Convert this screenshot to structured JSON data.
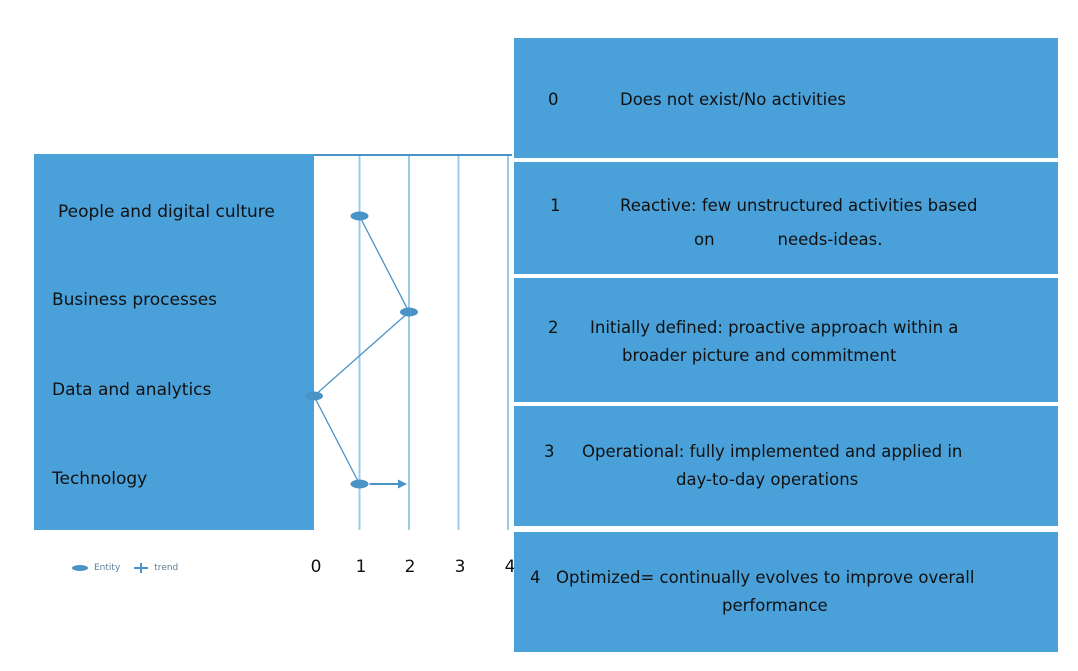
{
  "chart_data": {
    "type": "line",
    "orientation": "horizontal",
    "categories": [
      "People and digital culture",
      "Business processes",
      "Data and analytics",
      "Technology"
    ],
    "series": [
      {
        "name": "",
        "marker": "ellipse",
        "values": [
          1,
          2,
          0,
          1
        ]
      }
    ],
    "trend": {
      "category": "Technology",
      "from": 1,
      "to": 2
    },
    "xticks": [
      "0",
      "1",
      "2",
      "3",
      "4"
    ],
    "xlim": [
      0,
      4
    ],
    "grid": "vertical",
    "legend": {
      "position": "bottom-left",
      "entries": [
        {
          "marker": "ellipse",
          "label": "Entity"
        },
        {
          "marker": "plus-line",
          "label": "trend"
        }
      ]
    },
    "colors": {
      "panel": "#4aa0d8",
      "series": "#4a93c6",
      "grid": "#9ccbe8"
    }
  },
  "levels": [
    {
      "number": "0",
      "line1": "Does not exist/No activities",
      "line2": ""
    },
    {
      "number": "1",
      "line1": "Reactive: few unstructured activities based",
      "line2": "on            needs-ideas."
    },
    {
      "number": "2",
      "line1": "Initially defined: proactive approach within a",
      "line2": "broader picture and commitment"
    },
    {
      "number": "3",
      "line1": "Operational: fully implemented and applied in",
      "line2": "day-to-day operations"
    },
    {
      "number": "4",
      "line1": "Optimized= continually evolves to improve overall",
      "line2": "performance"
    }
  ]
}
